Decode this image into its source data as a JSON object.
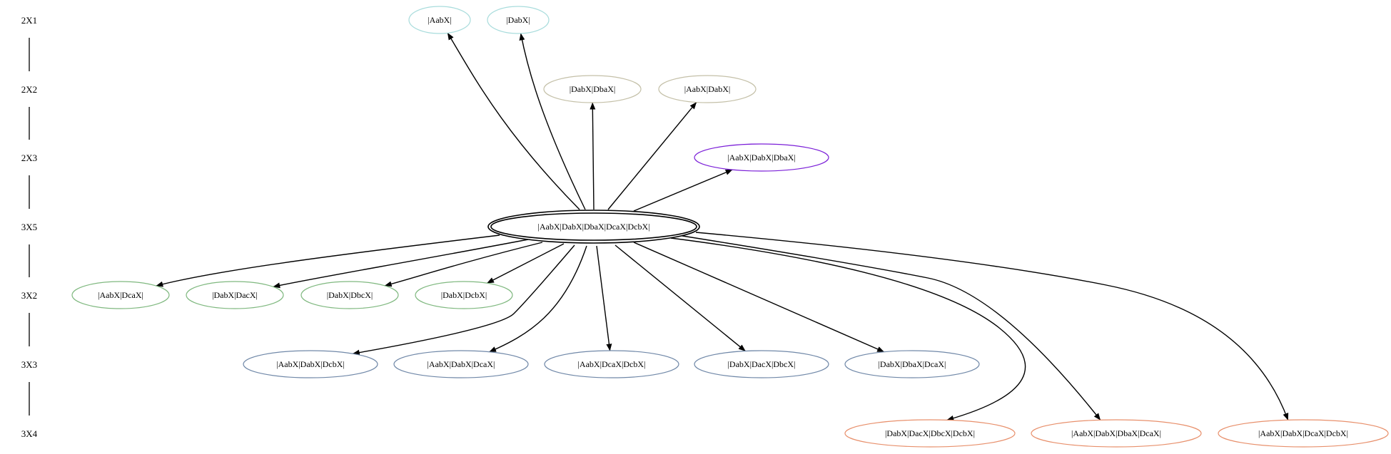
{
  "colors": {
    "edge": "#000000",
    "rank_2X1": "#a8dcdc",
    "rank_2X2": "#c4c0a8",
    "rank_2X3": "#7b1fd8",
    "rank_3X5": "#000000",
    "rank_3X2": "#7fb87f",
    "rank_3X3": "#7088a8",
    "rank_3X4": "#e8906c"
  },
  "ranks": [
    {
      "id": "2X1",
      "label": "2X1"
    },
    {
      "id": "2X2",
      "label": "2X2"
    },
    {
      "id": "2X3",
      "label": "2X3"
    },
    {
      "id": "3X5",
      "label": "3X5"
    },
    {
      "id": "3X2",
      "label": "3X2"
    },
    {
      "id": "3X3",
      "label": "3X3"
    },
    {
      "id": "3X4",
      "label": "3X4"
    }
  ],
  "nodes": [
    {
      "id": "n_aab",
      "rank": "2X1",
      "label": "|AabX|"
    },
    {
      "id": "n_dab",
      "rank": "2X1",
      "label": "|DabX|"
    },
    {
      "id": "n_dab_dba",
      "rank": "2X2",
      "label": "|DabX|DbaX|"
    },
    {
      "id": "n_aab_dab",
      "rank": "2X2",
      "label": "|AabX|DabX|"
    },
    {
      "id": "n_aab_dab_dba",
      "rank": "2X3",
      "label": "|AabX|DabX|DbaX|"
    },
    {
      "id": "n_root",
      "rank": "3X5",
      "label": "|AabX|DabX|DbaX|DcaX|DcbX|",
      "peripheries": 2
    },
    {
      "id": "n_aab_dca",
      "rank": "3X2",
      "label": "|AabX|DcaX|"
    },
    {
      "id": "n_dab_dac",
      "rank": "3X2",
      "label": "|DabX|DacX|"
    },
    {
      "id": "n_dab_dbc",
      "rank": "3X2",
      "label": "|DabX|DbcX|"
    },
    {
      "id": "n_dab_dcb",
      "rank": "3X2",
      "label": "|DabX|DcbX|"
    },
    {
      "id": "n_aab_dab_dcb",
      "rank": "3X3",
      "label": "|AabX|DabX|DcbX|"
    },
    {
      "id": "n_aab_dab_dca",
      "rank": "3X3",
      "label": "|AabX|DabX|DcaX|"
    },
    {
      "id": "n_aab_dca_dcb",
      "rank": "3X3",
      "label": "|AabX|DcaX|DcbX|"
    },
    {
      "id": "n_dab_dac_dbc",
      "rank": "3X3",
      "label": "|DabX|DacX|DbcX|"
    },
    {
      "id": "n_dab_dba_dca",
      "rank": "3X3",
      "label": "|DabX|DbaX|DcaX|"
    },
    {
      "id": "n_dab_dac_dbc_dcb",
      "rank": "3X4",
      "label": "|DabX|DacX|DbcX|DcbX|"
    },
    {
      "id": "n_aab_dab_dba_dca",
      "rank": "3X4",
      "label": "|AabX|DabX|DbaX|DcaX|"
    },
    {
      "id": "n_aab_dab_dca_dcb",
      "rank": "3X4",
      "label": "|AabX|DabX|DcaX|DcbX|"
    }
  ],
  "edges": [
    {
      "from": "n_root",
      "to": "n_aab"
    },
    {
      "from": "n_root",
      "to": "n_dab"
    },
    {
      "from": "n_root",
      "to": "n_dab_dba"
    },
    {
      "from": "n_root",
      "to": "n_aab_dab"
    },
    {
      "from": "n_root",
      "to": "n_aab_dab_dba"
    },
    {
      "from": "n_root",
      "to": "n_aab_dca"
    },
    {
      "from": "n_root",
      "to": "n_dab_dac"
    },
    {
      "from": "n_root",
      "to": "n_dab_dbc"
    },
    {
      "from": "n_root",
      "to": "n_dab_dcb"
    },
    {
      "from": "n_root",
      "to": "n_aab_dab_dcb"
    },
    {
      "from": "n_root",
      "to": "n_aab_dab_dca"
    },
    {
      "from": "n_root",
      "to": "n_aab_dca_dcb"
    },
    {
      "from": "n_root",
      "to": "n_dab_dac_dbc"
    },
    {
      "from": "n_root",
      "to": "n_dab_dba_dca"
    },
    {
      "from": "n_root",
      "to": "n_dab_dac_dbc_dcb"
    },
    {
      "from": "n_root",
      "to": "n_aab_dab_dba_dca"
    },
    {
      "from": "n_root",
      "to": "n_aab_dab_dca_dcb"
    }
  ]
}
